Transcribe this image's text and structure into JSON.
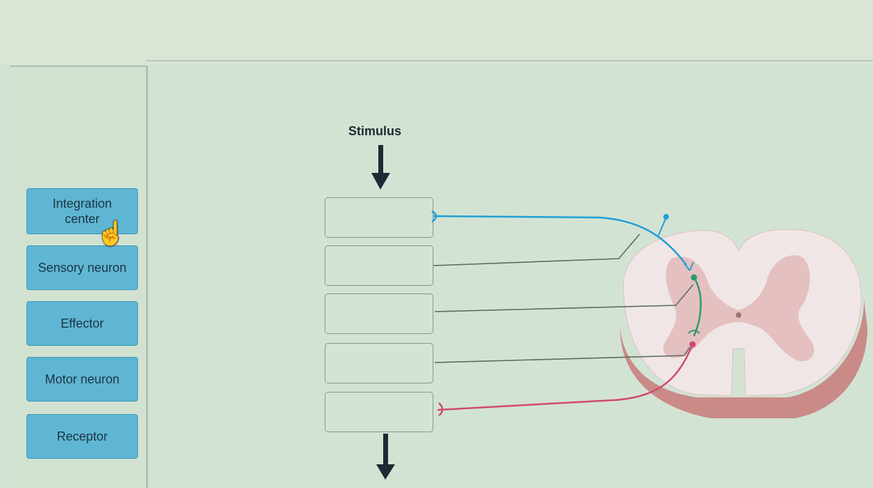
{
  "diagram": {
    "stimulus_label": "Stimulus"
  },
  "label_bank": [
    {
      "id": "integration",
      "lines": [
        "Integration",
        "center"
      ]
    },
    {
      "id": "sensory",
      "lines": [
        "Sensory neuron"
      ]
    },
    {
      "id": "effector",
      "lines": [
        "Effector"
      ]
    },
    {
      "id": "motor",
      "lines": [
        "Motor neuron"
      ]
    },
    {
      "id": "receptor",
      "lines": [
        "Receptor"
      ]
    }
  ],
  "colors": {
    "tile": "#5fb6d3",
    "sensory_neuron": "#1f9fd6",
    "interneuron": "#2a9a6a",
    "motor_neuron": "#d04a6e",
    "spinal_cord_white": "#f0e4e4",
    "spinal_cord_gray": "#e2b8b8"
  },
  "icons": {
    "cursor": "hand-pointer-icon",
    "arrow_in": "down-arrow-icon",
    "arrow_out": "down-arrow-icon"
  }
}
